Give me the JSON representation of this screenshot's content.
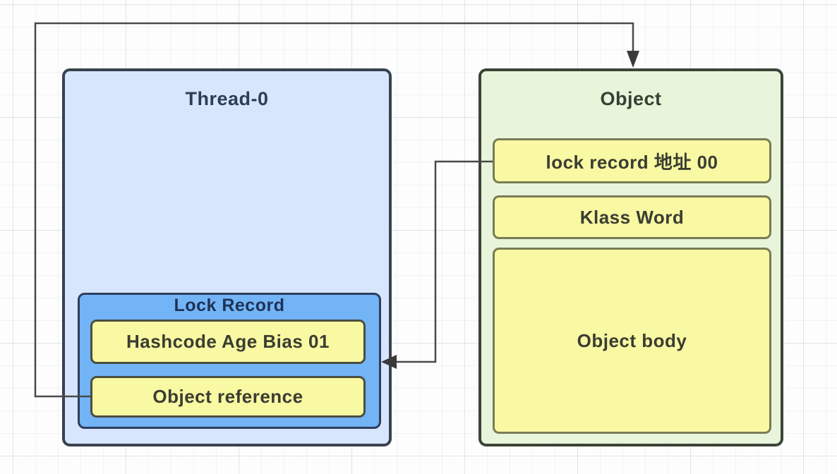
{
  "diagram": {
    "thread_box": {
      "title": "Thread-0",
      "lock_record": {
        "title": "Lock Record",
        "rows": [
          "Hashcode Age Bias 01",
          "Object reference"
        ]
      }
    },
    "object_box": {
      "title": "Object",
      "rows": [
        "lock record 地址 00",
        "Klass Word",
        "Object body"
      ]
    },
    "edges": [
      {
        "from": "lock-record-row-object-reference",
        "to": "object-node",
        "description": "Object reference points to the Object box (elbow connector over the top, arrowhead down into Object)",
        "arrowhead": "filled-triangle-down"
      },
      {
        "from": "object-row-lock-record-address",
        "to": "lock-record-node",
        "description": "lock record 地址 00 points back to the Lock Record in Thread-0 (elbow connector, arrowhead left into Lock Record)",
        "arrowhead": "filled-triangle-left"
      }
    ],
    "colors": {
      "thread_fill": "#d7e6fc",
      "thread_border": "#39424f",
      "lock_record_fill": "#72b4f6",
      "lock_record_border": "#2d3e5f",
      "yellow_fill": "#f9f8a3",
      "yellow_border_dark": "#4b4e3e",
      "yellow_border_olive": "#787c55",
      "object_fill": "#e8f5da",
      "object_border": "#3c4438",
      "wire": "#4a4a4a",
      "arrowhead": "#3a3a3a",
      "title_blue": "#2c3e55",
      "cell_text": "#3a3d31",
      "object_title_text": "#374034"
    }
  }
}
